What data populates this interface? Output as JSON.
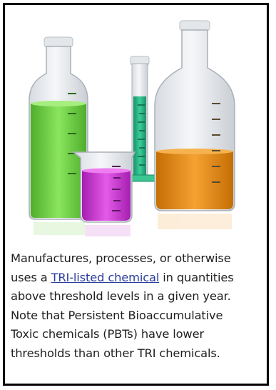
{
  "caption": {
    "line1": "Manufactures, processes, or otherwise",
    "line2_before": "uses a ",
    "line2_link": "TRI-listed chemical",
    "line2_after": " in quantities",
    "line3": "above threshold levels in a given year.",
    "line4": "Note that Persistent Bioaccumulative",
    "line5": "Toxic chemicals (PBTs) have lower",
    "line6": "thresholds than other TRI chemicals."
  },
  "colors": {
    "green_liquid": "#6fd24a",
    "teal_liquid": "#2ab48a",
    "magenta_liquid": "#c632d0",
    "orange_liquid": "#e68a0d",
    "link": "#2a3d9a",
    "border": "#000000"
  },
  "icons": [
    "green-bottle-icon",
    "graduated-cylinder-icon",
    "magenta-beaker-icon",
    "orange-flask-icon"
  ]
}
